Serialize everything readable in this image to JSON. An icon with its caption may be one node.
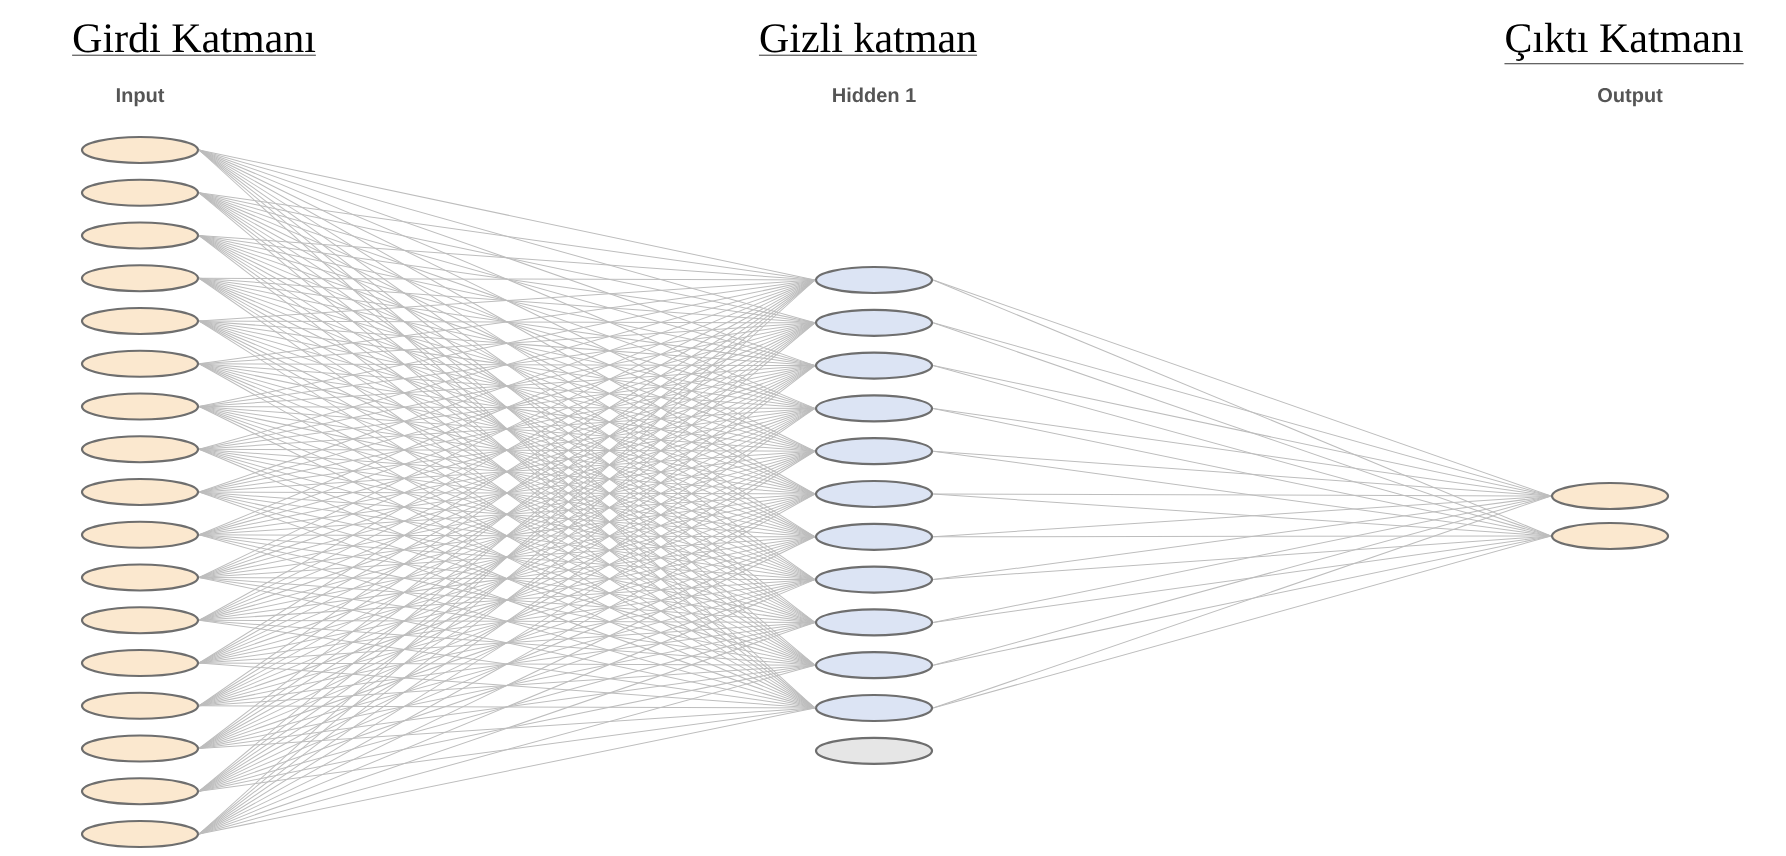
{
  "diagram": {
    "nodes": [
      {
        "text": [],
        "shape": "ellipse"
      },
      {
        "text": [],
        "shape": "ellipse"
      },
      {
        "text": [],
        "shape": "ellipse"
      },
      {
        "text": [],
        "shape": "ellipse"
      },
      {
        "text": [],
        "shape": "ellipse"
      },
      {
        "text": [],
        "shape": "ellipse"
      },
      {
        "text": [],
        "shape": "ellipse"
      },
      {
        "text": [],
        "shape": "ellipse"
      },
      {
        "text": [],
        "shape": "ellipse"
      },
      {
        "text": [],
        "shape": "ellipse"
      },
      {
        "text": [],
        "shape": "ellipse"
      },
      {
        "text": [],
        "shape": "ellipse"
      },
      {
        "text": [],
        "shape": "ellipse"
      },
      {
        "text": [],
        "shape": "ellipse"
      },
      {
        "text": [],
        "shape": "ellipse"
      },
      {
        "text": [],
        "shape": "ellipse"
      },
      {
        "text": [],
        "shape": "ellipse"
      },
      {
        "text": [],
        "shape": "ellipse"
      },
      {
        "text": [],
        "shape": "ellipse"
      },
      {
        "text": [],
        "shape": "ellipse"
      },
      {
        "text": [],
        "shape": "ellipse"
      },
      {
        "text": [],
        "shape": "ellipse"
      },
      {
        "text": [],
        "shape": "ellipse"
      },
      {
        "text": [],
        "shape": "ellipse"
      },
      {
        "text": [],
        "shape": "ellipse"
      },
      {
        "text": [],
        "shape": "ellipse"
      },
      {
        "text": [],
        "shape": "ellipse"
      },
      {
        "text": [],
        "shape": "ellipse"
      },
      {
        "text": [],
        "shape": "ellipse"
      },
      {
        "text": [],
        "shape": "ellipse"
      },
      {
        "text": [],
        "shape": "ellipse"
      }
    ],
    "edges": [
      {
        "from": 0,
        "to": 17,
        "arrow": "none"
      },
      {
        "from": 0,
        "to": 18,
        "arrow": "none"
      },
      {
        "from": 0,
        "to": 19,
        "arrow": "none"
      },
      {
        "from": 0,
        "to": 20,
        "arrow": "none"
      },
      {
        "from": 0,
        "to": 21,
        "arrow": "none"
      },
      {
        "from": 0,
        "to": 22,
        "arrow": "none"
      },
      {
        "from": 0,
        "to": 23,
        "arrow": "none"
      },
      {
        "from": 0,
        "to": 24,
        "arrow": "none"
      },
      {
        "from": 0,
        "to": 25,
        "arrow": "none"
      },
      {
        "from": 0,
        "to": 26,
        "arrow": "none"
      },
      {
        "from": 0,
        "to": 27,
        "arrow": "none"
      },
      {
        "from": 1,
        "to": 17,
        "arrow": "none"
      },
      {
        "from": 1,
        "to": 18,
        "arrow": "none"
      },
      {
        "from": 1,
        "to": 19,
        "arrow": "none"
      },
      {
        "from": 1,
        "to": 20,
        "arrow": "none"
      },
      {
        "from": 1,
        "to": 21,
        "arrow": "none"
      },
      {
        "from": 1,
        "to": 22,
        "arrow": "none"
      },
      {
        "from": 1,
        "to": 23,
        "arrow": "none"
      },
      {
        "from": 1,
        "to": 24,
        "arrow": "none"
      },
      {
        "from": 1,
        "to": 25,
        "arrow": "none"
      },
      {
        "from": 1,
        "to": 26,
        "arrow": "none"
      },
      {
        "from": 1,
        "to": 27,
        "arrow": "none"
      },
      {
        "from": 2,
        "to": 17,
        "arrow": "none"
      },
      {
        "from": 2,
        "to": 18,
        "arrow": "none"
      },
      {
        "from": 2,
        "to": 19,
        "arrow": "none"
      },
      {
        "from": 2,
        "to": 20,
        "arrow": "none"
      },
      {
        "from": 2,
        "to": 21,
        "arrow": "none"
      },
      {
        "from": 2,
        "to": 22,
        "arrow": "none"
      },
      {
        "from": 2,
        "to": 23,
        "arrow": "none"
      },
      {
        "from": 2,
        "to": 24,
        "arrow": "none"
      },
      {
        "from": 2,
        "to": 25,
        "arrow": "none"
      },
      {
        "from": 2,
        "to": 26,
        "arrow": "none"
      },
      {
        "from": 2,
        "to": 27,
        "arrow": "none"
      },
      {
        "from": 3,
        "to": 17,
        "arrow": "none"
      },
      {
        "from": 3,
        "to": 18,
        "arrow": "none"
      },
      {
        "from": 3,
        "to": 19,
        "arrow": "none"
      },
      {
        "from": 3,
        "to": 20,
        "arrow": "none"
      },
      {
        "from": 3,
        "to": 21,
        "arrow": "none"
      },
      {
        "from": 3,
        "to": 22,
        "arrow": "none"
      },
      {
        "from": 3,
        "to": 23,
        "arrow": "none"
      },
      {
        "from": 3,
        "to": 24,
        "arrow": "none"
      },
      {
        "from": 3,
        "to": 25,
        "arrow": "none"
      },
      {
        "from": 3,
        "to": 26,
        "arrow": "none"
      },
      {
        "from": 3,
        "to": 27,
        "arrow": "none"
      },
      {
        "from": 4,
        "to": 17,
        "arrow": "none"
      },
      {
        "from": 4,
        "to": 18,
        "arrow": "none"
      },
      {
        "from": 4,
        "to": 19,
        "arrow": "none"
      },
      {
        "from": 4,
        "to": 20,
        "arrow": "none"
      },
      {
        "from": 4,
        "to": 21,
        "arrow": "none"
      },
      {
        "from": 4,
        "to": 22,
        "arrow": "none"
      },
      {
        "from": 4,
        "to": 23,
        "arrow": "none"
      },
      {
        "from": 4,
        "to": 24,
        "arrow": "none"
      },
      {
        "from": 4,
        "to": 25,
        "arrow": "none"
      },
      {
        "from": 4,
        "to": 26,
        "arrow": "none"
      },
      {
        "from": 4,
        "to": 27,
        "arrow": "none"
      },
      {
        "from": 5,
        "to": 17,
        "arrow": "none"
      },
      {
        "from": 5,
        "to": 18,
        "arrow": "none"
      },
      {
        "from": 5,
        "to": 19,
        "arrow": "none"
      },
      {
        "from": 5,
        "to": 20,
        "arrow": "none"
      },
      {
        "from": 5,
        "to": 21,
        "arrow": "none"
      },
      {
        "from": 5,
        "to": 22,
        "arrow": "none"
      },
      {
        "from": 5,
        "to": 23,
        "arrow": "none"
      },
      {
        "from": 5,
        "to": 24,
        "arrow": "none"
      },
      {
        "from": 5,
        "to": 25,
        "arrow": "none"
      },
      {
        "from": 5,
        "to": 26,
        "arrow": "none"
      },
      {
        "from": 5,
        "to": 27,
        "arrow": "none"
      },
      {
        "from": 6,
        "to": 17,
        "arrow": "none"
      },
      {
        "from": 6,
        "to": 18,
        "arrow": "none"
      },
      {
        "from": 6,
        "to": 19,
        "arrow": "none"
      },
      {
        "from": 6,
        "to": 20,
        "arrow": "none"
      },
      {
        "from": 6,
        "to": 21,
        "arrow": "none"
      },
      {
        "from": 6,
        "to": 22,
        "arrow": "none"
      },
      {
        "from": 6,
        "to": 23,
        "arrow": "none"
      },
      {
        "from": 6,
        "to": 24,
        "arrow": "none"
      },
      {
        "from": 6,
        "to": 25,
        "arrow": "none"
      },
      {
        "from": 6,
        "to": 26,
        "arrow": "none"
      },
      {
        "from": 6,
        "to": 27,
        "arrow": "none"
      },
      {
        "from": 7,
        "to": 17,
        "arrow": "none"
      },
      {
        "from": 7,
        "to": 18,
        "arrow": "none"
      },
      {
        "from": 7,
        "to": 19,
        "arrow": "none"
      },
      {
        "from": 7,
        "to": 20,
        "arrow": "none"
      },
      {
        "from": 7,
        "to": 21,
        "arrow": "none"
      },
      {
        "from": 7,
        "to": 22,
        "arrow": "none"
      },
      {
        "from": 7,
        "to": 23,
        "arrow": "none"
      },
      {
        "from": 7,
        "to": 24,
        "arrow": "none"
      },
      {
        "from": 7,
        "to": 25,
        "arrow": "none"
      },
      {
        "from": 7,
        "to": 26,
        "arrow": "none"
      },
      {
        "from": 7,
        "to": 27,
        "arrow": "none"
      },
      {
        "from": 8,
        "to": 17,
        "arrow": "none"
      },
      {
        "from": 8,
        "to": 18,
        "arrow": "none"
      },
      {
        "from": 8,
        "to": 19,
        "arrow": "none"
      },
      {
        "from": 8,
        "to": 20,
        "arrow": "none"
      },
      {
        "from": 8,
        "to": 21,
        "arrow": "none"
      },
      {
        "from": 8,
        "to": 22,
        "arrow": "none"
      },
      {
        "from": 8,
        "to": 23,
        "arrow": "none"
      },
      {
        "from": 8,
        "to": 24,
        "arrow": "none"
      },
      {
        "from": 8,
        "to": 25,
        "arrow": "none"
      },
      {
        "from": 8,
        "to": 26,
        "arrow": "none"
      },
      {
        "from": 8,
        "to": 27,
        "arrow": "none"
      },
      {
        "from": 9,
        "to": 17,
        "arrow": "none"
      },
      {
        "from": 9,
        "to": 18,
        "arrow": "none"
      },
      {
        "from": 9,
        "to": 19,
        "arrow": "none"
      },
      {
        "from": 9,
        "to": 20,
        "arrow": "none"
      },
      {
        "from": 9,
        "to": 21,
        "arrow": "none"
      },
      {
        "from": 9,
        "to": 22,
        "arrow": "none"
      },
      {
        "from": 9,
        "to": 23,
        "arrow": "none"
      },
      {
        "from": 9,
        "to": 24,
        "arrow": "none"
      },
      {
        "from": 9,
        "to": 25,
        "arrow": "none"
      },
      {
        "from": 9,
        "to": 26,
        "arrow": "none"
      },
      {
        "from": 9,
        "to": 27,
        "arrow": "none"
      },
      {
        "from": 10,
        "to": 17,
        "arrow": "none"
      },
      {
        "from": 10,
        "to": 18,
        "arrow": "none"
      },
      {
        "from": 10,
        "to": 19,
        "arrow": "none"
      },
      {
        "from": 10,
        "to": 20,
        "arrow": "none"
      },
      {
        "from": 10,
        "to": 21,
        "arrow": "none"
      },
      {
        "from": 10,
        "to": 22,
        "arrow": "none"
      },
      {
        "from": 10,
        "to": 23,
        "arrow": "none"
      },
      {
        "from": 10,
        "to": 24,
        "arrow": "none"
      },
      {
        "from": 10,
        "to": 25,
        "arrow": "none"
      },
      {
        "from": 10,
        "to": 26,
        "arrow": "none"
      },
      {
        "from": 10,
        "to": 27,
        "arrow": "none"
      },
      {
        "from": 11,
        "to": 17,
        "arrow": "none"
      },
      {
        "from": 11,
        "to": 18,
        "arrow": "none"
      },
      {
        "from": 11,
        "to": 19,
        "arrow": "none"
      },
      {
        "from": 11,
        "to": 20,
        "arrow": "none"
      },
      {
        "from": 11,
        "to": 21,
        "arrow": "none"
      },
      {
        "from": 11,
        "to": 22,
        "arrow": "none"
      },
      {
        "from": 11,
        "to": 23,
        "arrow": "none"
      },
      {
        "from": 11,
        "to": 24,
        "arrow": "none"
      },
      {
        "from": 11,
        "to": 25,
        "arrow": "none"
      },
      {
        "from": 11,
        "to": 26,
        "arrow": "none"
      },
      {
        "from": 11,
        "to": 27,
        "arrow": "none"
      },
      {
        "from": 12,
        "to": 17,
        "arrow": "none"
      },
      {
        "from": 12,
        "to": 18,
        "arrow": "none"
      },
      {
        "from": 12,
        "to": 19,
        "arrow": "none"
      },
      {
        "from": 12,
        "to": 20,
        "arrow": "none"
      },
      {
        "from": 12,
        "to": 21,
        "arrow": "none"
      },
      {
        "from": 12,
        "to": 22,
        "arrow": "none"
      },
      {
        "from": 12,
        "to": 23,
        "arrow": "none"
      },
      {
        "from": 12,
        "to": 24,
        "arrow": "none"
      },
      {
        "from": 12,
        "to": 25,
        "arrow": "none"
      },
      {
        "from": 12,
        "to": 26,
        "arrow": "none"
      },
      {
        "from": 12,
        "to": 27,
        "arrow": "none"
      },
      {
        "from": 13,
        "to": 17,
        "arrow": "none"
      },
      {
        "from": 13,
        "to": 18,
        "arrow": "none"
      },
      {
        "from": 13,
        "to": 19,
        "arrow": "none"
      },
      {
        "from": 13,
        "to": 20,
        "arrow": "none"
      },
      {
        "from": 13,
        "to": 21,
        "arrow": "none"
      },
      {
        "from": 13,
        "to": 22,
        "arrow": "none"
      },
      {
        "from": 13,
        "to": 23,
        "arrow": "none"
      },
      {
        "from": 13,
        "to": 24,
        "arrow": "none"
      },
      {
        "from": 13,
        "to": 25,
        "arrow": "none"
      },
      {
        "from": 13,
        "to": 26,
        "arrow": "none"
      },
      {
        "from": 13,
        "to": 27,
        "arrow": "none"
      },
      {
        "from": 14,
        "to": 17,
        "arrow": "none"
      },
      {
        "from": 14,
        "to": 18,
        "arrow": "none"
      },
      {
        "from": 14,
        "to": 19,
        "arrow": "none"
      },
      {
        "from": 14,
        "to": 20,
        "arrow": "none"
      },
      {
        "from": 14,
        "to": 21,
        "arrow": "none"
      },
      {
        "from": 14,
        "to": 22,
        "arrow": "none"
      },
      {
        "from": 14,
        "to": 23,
        "arrow": "none"
      },
      {
        "from": 14,
        "to": 24,
        "arrow": "none"
      },
      {
        "from": 14,
        "to": 25,
        "arrow": "none"
      },
      {
        "from": 14,
        "to": 26,
        "arrow": "none"
      },
      {
        "from": 14,
        "to": 27,
        "arrow": "none"
      },
      {
        "from": 15,
        "to": 17,
        "arrow": "none"
      },
      {
        "from": 15,
        "to": 18,
        "arrow": "none"
      },
      {
        "from": 15,
        "to": 19,
        "arrow": "none"
      },
      {
        "from": 15,
        "to": 20,
        "arrow": "none"
      },
      {
        "from": 15,
        "to": 21,
        "arrow": "none"
      },
      {
        "from": 15,
        "to": 22,
        "arrow": "none"
      },
      {
        "from": 15,
        "to": 23,
        "arrow": "none"
      },
      {
        "from": 15,
        "to": 24,
        "arrow": "none"
      },
      {
        "from": 15,
        "to": 25,
        "arrow": "none"
      },
      {
        "from": 15,
        "to": 26,
        "arrow": "none"
      },
      {
        "from": 15,
        "to": 27,
        "arrow": "none"
      },
      {
        "from": 16,
        "to": 17,
        "arrow": "none"
      },
      {
        "from": 16,
        "to": 18,
        "arrow": "none"
      },
      {
        "from": 16,
        "to": 19,
        "arrow": "none"
      },
      {
        "from": 16,
        "to": 20,
        "arrow": "none"
      },
      {
        "from": 16,
        "to": 21,
        "arrow": "none"
      },
      {
        "from": 16,
        "to": 22,
        "arrow": "none"
      },
      {
        "from": 16,
        "to": 23,
        "arrow": "none"
      },
      {
        "from": 16,
        "to": 24,
        "arrow": "none"
      },
      {
        "from": 16,
        "to": 25,
        "arrow": "none"
      },
      {
        "from": 16,
        "to": 26,
        "arrow": "none"
      },
      {
        "from": 16,
        "to": 27,
        "arrow": "none"
      },
      {
        "from": 17,
        "to": 29,
        "arrow": "none"
      },
      {
        "from": 17,
        "to": 30,
        "arrow": "none"
      },
      {
        "from": 18,
        "to": 29,
        "arrow": "none"
      },
      {
        "from": 18,
        "to": 30,
        "arrow": "none"
      },
      {
        "from": 19,
        "to": 29,
        "arrow": "none"
      },
      {
        "from": 19,
        "to": 30,
        "arrow": "none"
      },
      {
        "from": 20,
        "to": 29,
        "arrow": "none"
      },
      {
        "from": 20,
        "to": 30,
        "arrow": "none"
      },
      {
        "from": 21,
        "to": 29,
        "arrow": "none"
      },
      {
        "from": 21,
        "to": 30,
        "arrow": "none"
      },
      {
        "from": 22,
        "to": 29,
        "arrow": "none"
      },
      {
        "from": 22,
        "to": 30,
        "arrow": "none"
      },
      {
        "from": 23,
        "to": 29,
        "arrow": "none"
      },
      {
        "from": 23,
        "to": 30,
        "arrow": "none"
      },
      {
        "from": 24,
        "to": 29,
        "arrow": "none"
      },
      {
        "from": 24,
        "to": 30,
        "arrow": "none"
      },
      {
        "from": 25,
        "to": 29,
        "arrow": "none"
      },
      {
        "from": 25,
        "to": 30,
        "arrow": "none"
      },
      {
        "from": 26,
        "to": 29,
        "arrow": "none"
      },
      {
        "from": 26,
        "to": 30,
        "arrow": "none"
      },
      {
        "from": 27,
        "to": 29,
        "arrow": "none"
      },
      {
        "from": 27,
        "to": 30,
        "arrow": "none"
      }
    ],
    "labels": [
      "Girdi Katmanı",
      "Input",
      "Gizli katman",
      "Hidden 1",
      "Çıktı Katmanı",
      "Output"
    ]
  }
}
